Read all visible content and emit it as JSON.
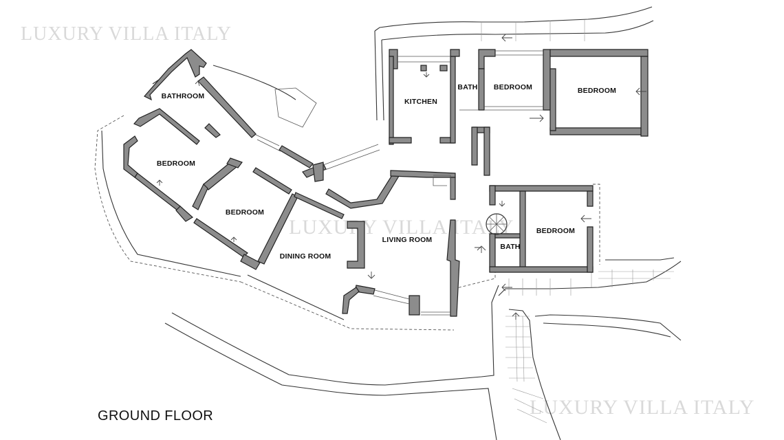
{
  "plan": {
    "floor_label": "GROUND FLOOR",
    "watermark_text": "LUXURY VILLA ITALY",
    "wall_color": "#8c8c8c",
    "line_color": "#333333",
    "rooms": [
      {
        "id": "bathroom",
        "label": "BATHROOM"
      },
      {
        "id": "bedroom-west",
        "label": "BEDROOM"
      },
      {
        "id": "bedroom-mid",
        "label": "BEDROOM"
      },
      {
        "id": "dining-room",
        "label": "DINING ROOM"
      },
      {
        "id": "living-room",
        "label": "LIVING ROOM"
      },
      {
        "id": "kitchen",
        "label": "KITCHEN"
      },
      {
        "id": "bath-north",
        "label": "BATH"
      },
      {
        "id": "bedroom-north",
        "label": "BEDROOM"
      },
      {
        "id": "bedroom-northeast",
        "label": "BEDROOM"
      },
      {
        "id": "bath-east",
        "label": "BATH"
      },
      {
        "id": "bedroom-east",
        "label": "BEDROOM"
      }
    ]
  }
}
